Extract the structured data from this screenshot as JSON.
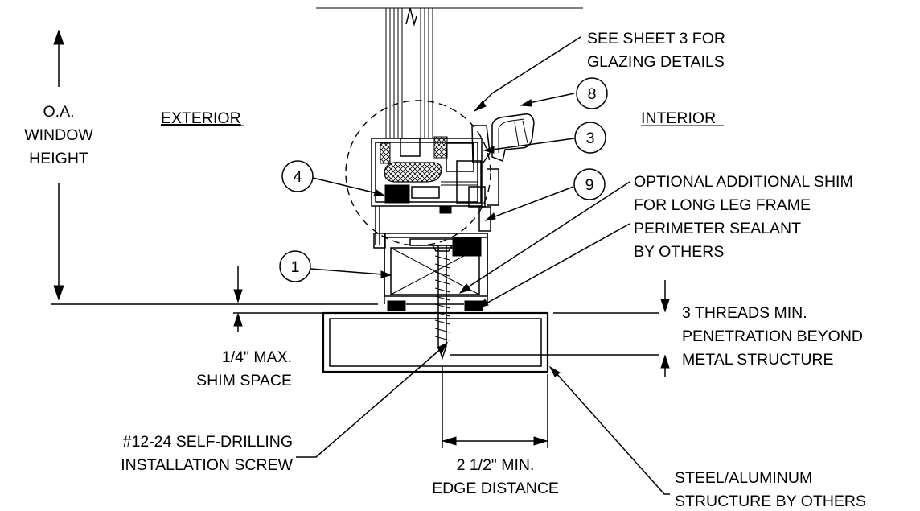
{
  "labels": {
    "exterior": "EXTERIOR",
    "interior": "INTERIOR",
    "oa_line1": "O.A.",
    "oa_line2": "WINDOW",
    "oa_line3": "HEIGHT",
    "see_sheet_line1": "SEE SHEET 3 FOR",
    "see_sheet_line2": "GLAZING DETAILS",
    "optional_shim_line1": "OPTIONAL ADDITIONAL SHIM",
    "optional_shim_line2": "FOR LONG LEG FRAME",
    "perimeter_line1": "PERIMETER SEALANT",
    "perimeter_line2": "BY OTHERS",
    "threads_line1": "3 THREADS MIN.",
    "threads_line2": "PENETRATION BEYOND",
    "threads_line3": "METAL STRUCTURE",
    "shim_space_line1": "1/4\" MAX.",
    "shim_space_line2": "SHIM SPACE",
    "screw_line1": "#12-24 SELF-DRILLING",
    "screw_line2": "INSTALLATION SCREW",
    "edge_line1": "2 1/2\" MIN.",
    "edge_line2": "EDGE DISTANCE",
    "structure_line1": "STEEL/ALUMINUM",
    "structure_line2": "STRUCTURE BY OTHERS"
  },
  "callouts": {
    "c1": "1",
    "c3": "3",
    "c4": "4",
    "c8": "8",
    "c9": "9"
  }
}
